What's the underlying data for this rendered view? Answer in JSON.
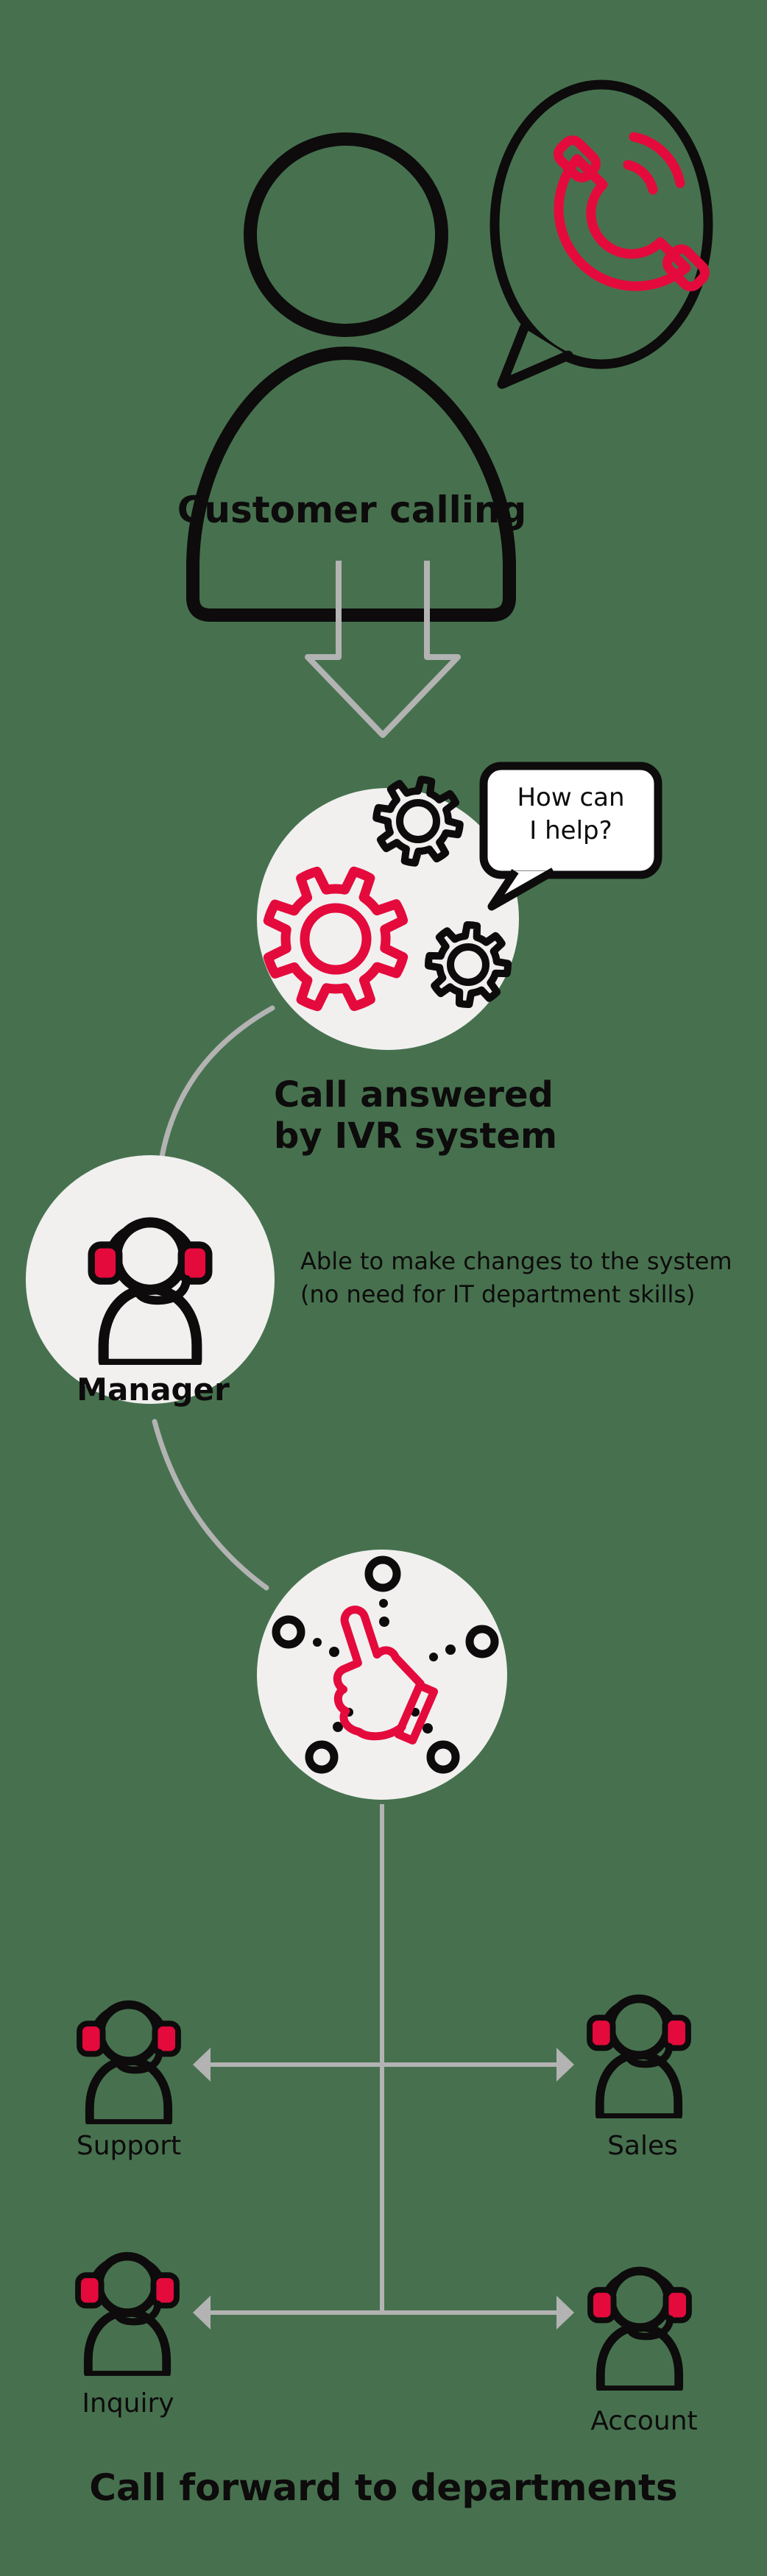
{
  "colors": {
    "background": "#47714E",
    "accent_red": "#E40A3C",
    "ink_black": "#0D0B0C",
    "circle_gray": "#F1F0EF",
    "line_gray": "#B3B3B3",
    "bubble_white": "#FFFFFF"
  },
  "customer": {
    "label": "Customer calling",
    "icon": "person-icon",
    "speech_icon": "phone-call-icon"
  },
  "ivr": {
    "title_line1": "Call answered",
    "title_line2": "by IVR system",
    "icon": "gears-icon",
    "speech": {
      "line1": "How can",
      "line2": "I help?"
    }
  },
  "manager": {
    "label": "Manager",
    "icon": "headset-agent-icon",
    "note_line1": "Able to make changes to the system",
    "note_line2": "(no need for IT department skills)"
  },
  "selection": {
    "icon": "hand-click-icon"
  },
  "departments": {
    "caption": "Call forward to departments",
    "items": [
      {
        "label": "Support",
        "icon": "headset-agent-icon"
      },
      {
        "label": "Sales",
        "icon": "headset-agent-icon"
      },
      {
        "label": "Inquiry",
        "icon": "headset-agent-icon"
      },
      {
        "label": "Account",
        "icon": "headset-agent-icon"
      }
    ]
  }
}
